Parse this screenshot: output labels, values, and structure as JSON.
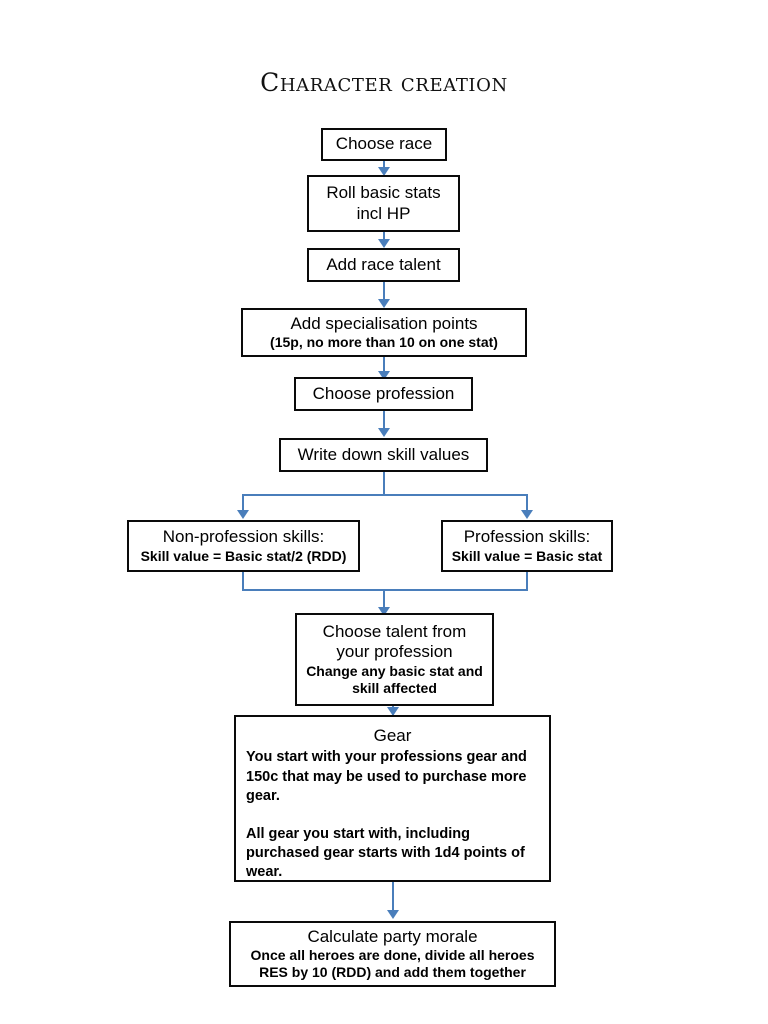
{
  "document": {
    "title": "Character creation"
  },
  "colors": {
    "connector": "#4a7ebb",
    "box_border": "#0a0a0a",
    "background": "#ffffff",
    "text": "#000000"
  },
  "nodes": {
    "choose_race": {
      "main": "Choose race",
      "sub": ""
    },
    "roll_basic_stats": {
      "main": "Roll basic stats\nincl HP",
      "sub": ""
    },
    "add_race_talent": {
      "main": "Add race talent",
      "sub": ""
    },
    "add_specialisation_points": {
      "main": "Add specialisation points",
      "sub": "(15p, no more than 10 on one stat)"
    },
    "choose_profession": {
      "main": "Choose profession",
      "sub": ""
    },
    "write_down_skill_values": {
      "main": "Write down skill values",
      "sub": ""
    },
    "non_profession_skills": {
      "main": "Non-profession skills:",
      "sub": "Skill value = Basic stat/2 (RDD)"
    },
    "profession_skills": {
      "main": "Profession skills:",
      "sub": "Skill value = Basic stat"
    },
    "choose_talent": {
      "main": "Choose talent from\nyour profession",
      "sub": "Change any basic stat and\nskill affected"
    },
    "gear": {
      "main": "Gear",
      "sub": "You start with your professions gear and 150c that may be used to purchase more gear.\n\nAll gear you start with, including purchased gear starts with 1d4 points of wear."
    },
    "calculate_party_morale": {
      "main": "Calculate party morale",
      "sub": "Once all heroes are done, divide all heroes\nRES by 10 (RDD) and add them together"
    }
  },
  "flow": {
    "sequence": [
      "choose_race",
      "roll_basic_stats",
      "add_race_talent",
      "add_specialisation_points",
      "choose_profession",
      "write_down_skill_values"
    ],
    "branch": {
      "from": "write_down_skill_values",
      "to": [
        "non_profession_skills",
        "profession_skills"
      ],
      "merge_to": "choose_talent"
    },
    "tail": [
      "choose_talent",
      "gear",
      "calculate_party_morale"
    ]
  }
}
